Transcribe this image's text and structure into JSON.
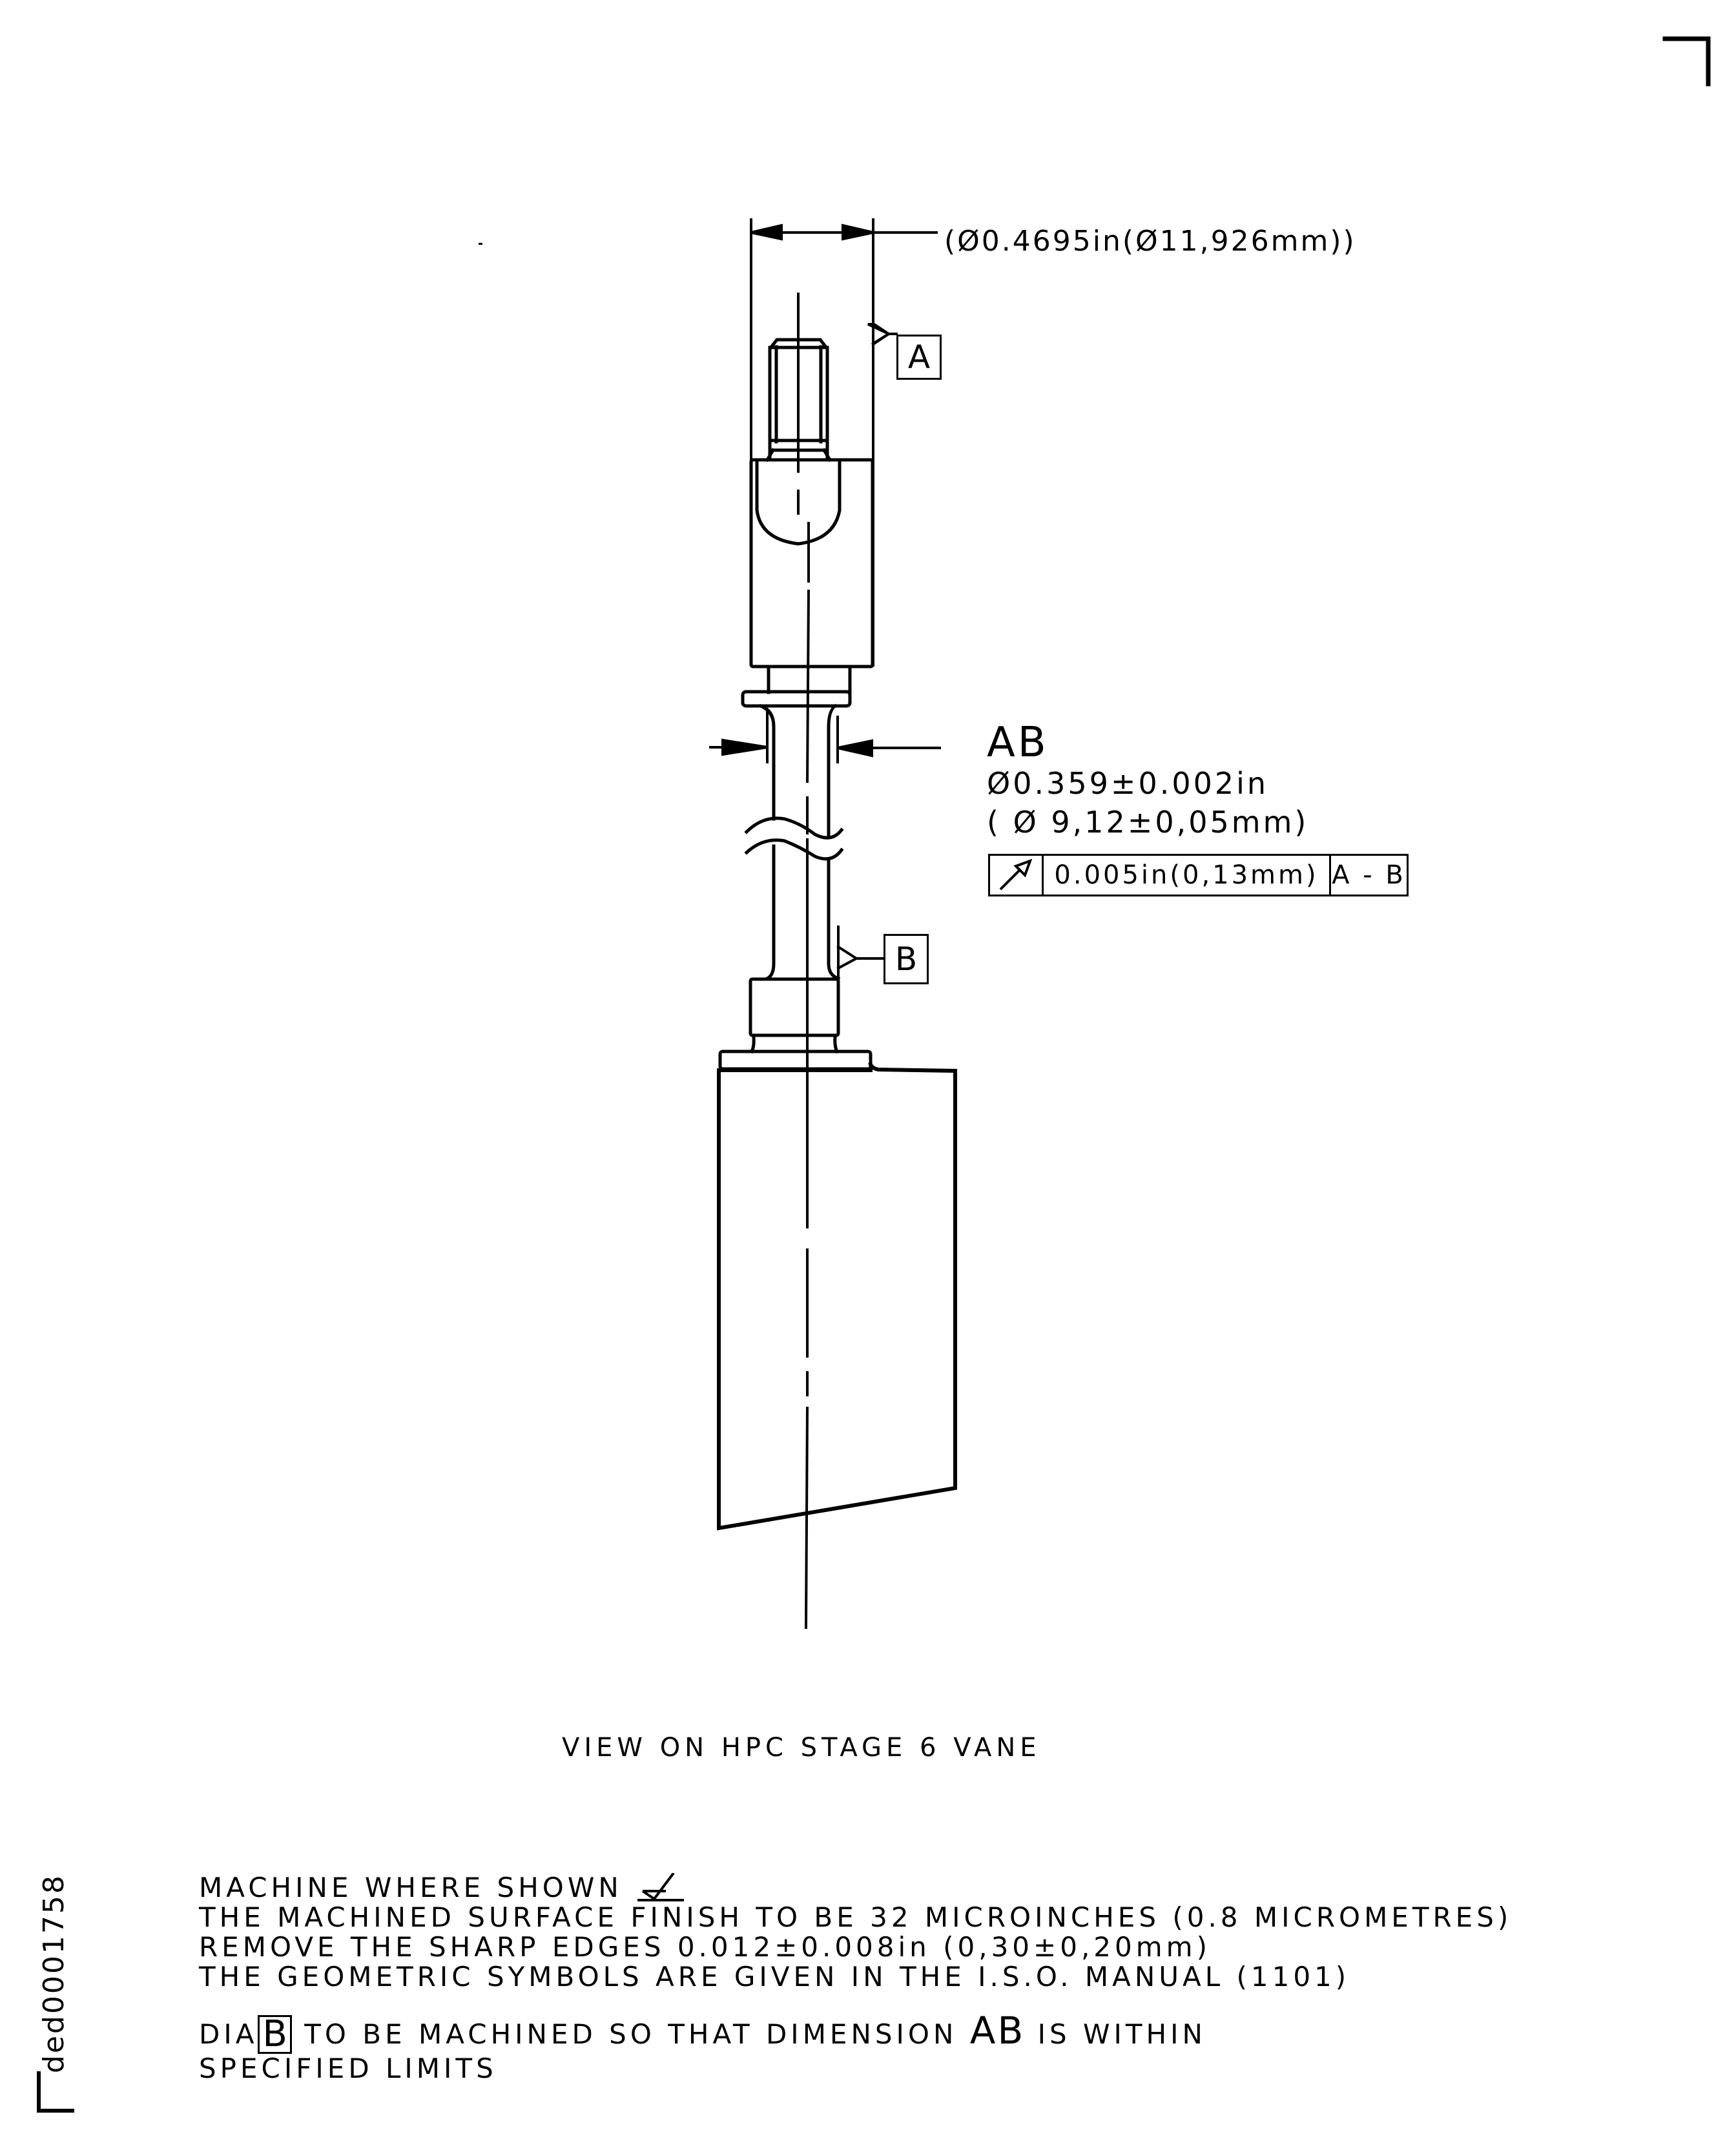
{
  "drawing": {
    "view_title": "VIEW ON HPC STAGE 6 VANE",
    "document_id": "ded0001758",
    "top_dimension": {
      "text": "(Ø0.4695in(Ø11,926mm))"
    },
    "datums": {
      "a": "A",
      "b": "B"
    },
    "dimension_ab": {
      "label": "AB",
      "inch": "Ø0.359±0.002in",
      "metric": "( Ø 9,12±0,05mm)"
    },
    "feature_control_frame": {
      "symbol": "circular-runout-icon",
      "tolerance": "0.005in(0,13mm)",
      "datum_reference": "A - B"
    }
  },
  "notes": {
    "line1": "MACHINE WHERE SHOWN",
    "line1_symbol": "machined-surface-finish-icon",
    "line2": "THE MACHINED SURFACE FINISH TO BE 32 MICROINCHES (0.8 MICROMETRES)",
    "line3": "REMOVE THE SHARP EDGES 0.012±0.008in (0,30±0,20mm)",
    "line4": "THE GEOMETRIC SYMBOLS ARE GIVEN IN THE I.S.O. MANUAL (1101)",
    "line5_prefix": "DIA",
    "line5_box": "B",
    "line5_mid": " TO BE MACHINED SO THAT DIMENSION ",
    "line5_ab": "AB",
    "line5_suffix": " IS WITHIN",
    "line6": "SPECIFIED LIMITS"
  }
}
